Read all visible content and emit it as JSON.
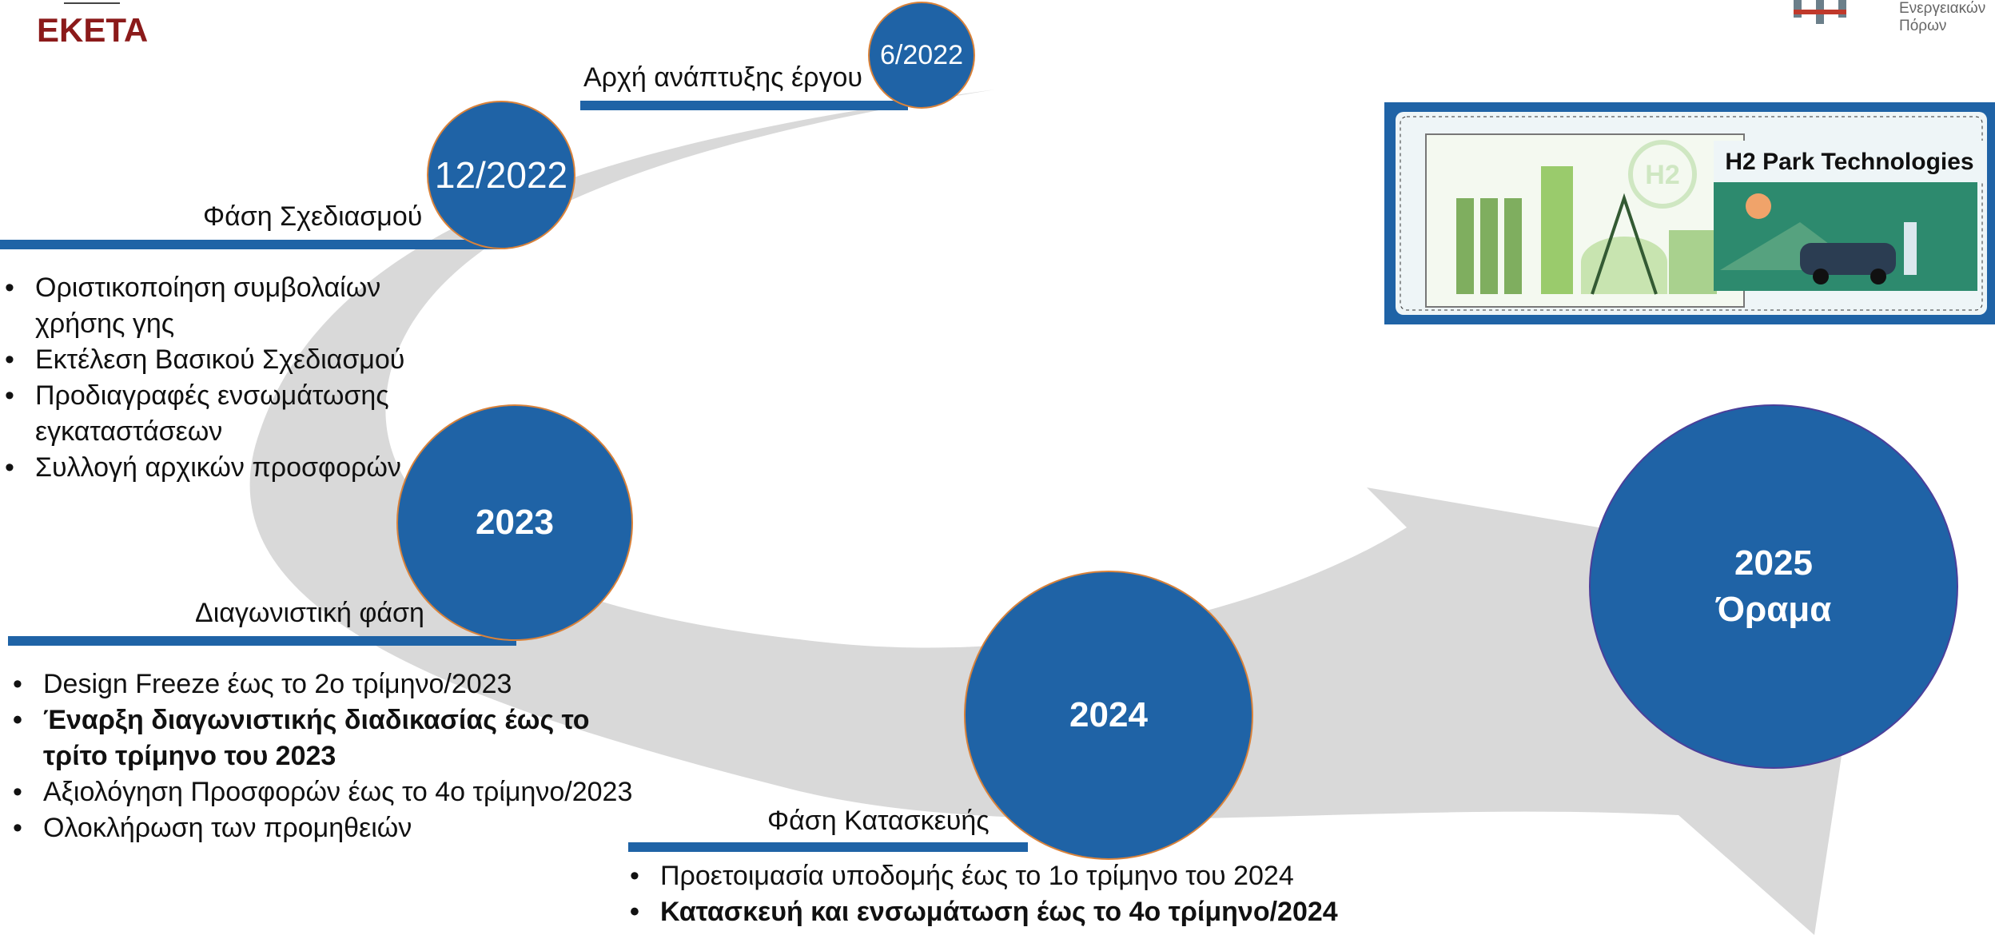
{
  "header": {
    "org_logo_text": "EKETA",
    "corner_logo_text": "Ενεργειακών Πόρων"
  },
  "milestones": [
    {
      "id": "m1",
      "date": "6/2022",
      "phase": "Αρχή ανάπτυξης έργου"
    },
    {
      "id": "m2",
      "date": "12/2022",
      "phase": "Φάση Σχεδιασμού",
      "items": [
        "Οριστικοποίηση συμβολαίων χρήσης γης",
        "Εκτέλεση Βασικού Σχεδιασμού",
        "Προδιαγραφές ενσωμάτωσης εγκαταστάσεων",
        "Συλλογή αρχικών προσφορών"
      ]
    },
    {
      "id": "m3",
      "date": "2023",
      "phase": "Διαγωνιστική φάση",
      "items": [
        "Design Freeze έως το 2ο τρίμηνο/2023",
        "Έναρξη διαγωνιστικής διαδικασίας έως το τρίτο τρίμηνο του 2023",
        "Αξιολόγηση Προσφορών έως το 4ο τρίμηνο/2023",
        "Ολοκλήρωση των προμηθειών"
      ]
    },
    {
      "id": "m4",
      "date": "2024",
      "phase": "Φάση Κατασκευής",
      "items": [
        "Προετοιμασία υποδομής έως το 1ο τρίμηνο του 2024",
        "Κατασκευή και ενσωμάτωση έως το 4ο τρίμηνο/2024"
      ]
    },
    {
      "id": "m5",
      "date": "2025",
      "subtitle": "Όραμα"
    }
  ],
  "banner": {
    "title": "H2 Park Technologies",
    "h2_label": "H2"
  },
  "colors": {
    "circle_fill": "#1f63a6",
    "circle_border": "#d9823a",
    "arrow": "#d9d9d9",
    "logo_red": "#8b1a1a"
  }
}
